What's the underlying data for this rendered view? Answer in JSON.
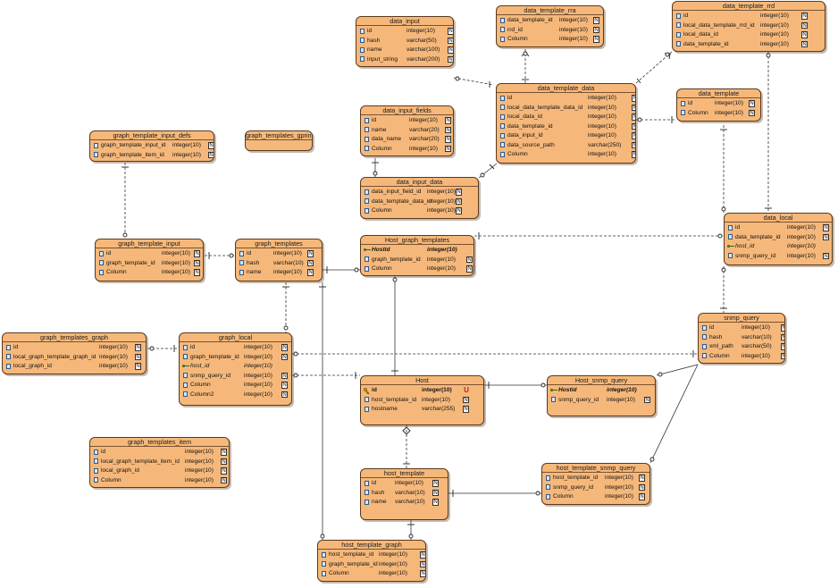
{
  "entities": [
    {
      "id": "data_input",
      "name": "data_input",
      "col_type": 54,
      "col_null": 100,
      "columns": [
        {
          "name": "id",
          "type": "integer(10)",
          "null": "N"
        },
        {
          "name": "hash",
          "type": "varchar(50)",
          "null": "N"
        },
        {
          "name": "name",
          "type": "varchar(100)",
          "null": "N"
        },
        {
          "name": "input_string",
          "type": "varchar(200)",
          "null": "N"
        }
      ]
    },
    {
      "id": "data_template_rra",
      "name": "data_template_rra",
      "col_type": 68,
      "col_null": 106,
      "columns": [
        {
          "name": "data_template_id",
          "type": "integer(10)",
          "null": "N"
        },
        {
          "name": "rrd_id",
          "type": "integer(10)",
          "null": "N"
        },
        {
          "name": "Column",
          "type": "integer(10)",
          "null": "N"
        }
      ]
    },
    {
      "id": "data_template_rrd",
      "name": "data_template_rrd",
      "col_type": 96,
      "col_null": 142,
      "columns": [
        {
          "name": "id",
          "type": "integer(10)",
          "null": "N"
        },
        {
          "name": "local_data_template_rrd_id",
          "type": "integer(10)",
          "null": "N"
        },
        {
          "name": "local_data_id",
          "type": "integer(10)",
          "null": "N"
        },
        {
          "name": "data_template_id",
          "type": "integer(10)",
          "null": "N"
        }
      ]
    },
    {
      "id": "data_template_data",
      "name": "data_template_data",
      "col_type": 100,
      "col_null": 149,
      "columns": [
        {
          "name": "id",
          "type": "integer(10)",
          "null": "N"
        },
        {
          "name": "local_data_template_data_id",
          "type": "integer(10)",
          "null": "N"
        },
        {
          "name": "local_data_id",
          "type": "integer(10)",
          "null": "N"
        },
        {
          "name": "data_template_id",
          "type": "integer(10)",
          "null": "N"
        },
        {
          "name": "data_input_id",
          "type": "integer(10)",
          "null": "N"
        },
        {
          "name": "data_source_path",
          "type": "varchar(250)",
          "null": "N"
        },
        {
          "name": "Column",
          "type": "integer(10)",
          "null": "N"
        }
      ]
    },
    {
      "id": "data_template",
      "name": "data_template",
      "col_type": 40,
      "col_null": 78,
      "columns": [
        {
          "name": "id",
          "type": "integer(10)",
          "null": "N"
        },
        {
          "name": "Column",
          "type": "integer(10)",
          "null": "N"
        }
      ]
    },
    {
      "id": "data_input_fields",
      "name": "data_input_fields",
      "col_type": 52,
      "col_null": 92,
      "columns": [
        {
          "name": "id",
          "type": "integer(10)",
          "null": "N"
        },
        {
          "name": "name",
          "type": "varchar(20)",
          "null": "N"
        },
        {
          "name": "data_name",
          "type": "varchar(20)",
          "null": "N"
        },
        {
          "name": "Column",
          "type": "integer(10)",
          "null": "N"
        }
      ]
    },
    {
      "id": "graph_template_input_defs",
      "name": "graph_template_input_defs",
      "col_type": 90,
      "col_null": 130,
      "columns": [
        {
          "name": "graph_template_input_id",
          "type": "integer(10)",
          "null": "N"
        },
        {
          "name": "graph_template_item_id",
          "type": "integer(10)",
          "null": "N"
        }
      ]
    },
    {
      "id": "graph_templates_gprint",
      "name": "graph_templates_gprint",
      "col_type": 0,
      "col_null": 0,
      "columns": []
    },
    {
      "id": "data_input_data",
      "name": "data_input_data",
      "col_type": 72,
      "col_null": 104,
      "columns": [
        {
          "name": "data_input_field_id",
          "type": "integer(10)",
          "null": "N"
        },
        {
          "name": "data_template_data_id",
          "type": "integer(10)",
          "null": "N"
        },
        {
          "name": "Column",
          "type": "integer(10)",
          "null": "N"
        }
      ]
    },
    {
      "id": "data_local",
      "name": "data_local",
      "col_type": 68,
      "col_null": 108,
      "columns": [
        {
          "name": "id",
          "type": "integer(10)",
          "null": "N"
        },
        {
          "name": "data_template_id",
          "type": "integer(10)",
          "null": "N"
        },
        {
          "name": "host_id",
          "type": "integer(10)",
          "null": "",
          "fk": true
        },
        {
          "name": "snmp_query_id",
          "type": "integer(10)",
          "null": "N"
        }
      ]
    },
    {
      "id": "graph_template_input",
      "name": "graph_template_input",
      "col_type": 72,
      "col_null": 108,
      "columns": [
        {
          "name": "id",
          "type": "integer(10)",
          "null": "N"
        },
        {
          "name": "graph_template_id",
          "type": "integer(10)",
          "null": "N"
        },
        {
          "name": "Column",
          "type": "integer(10)",
          "null": "N"
        }
      ]
    },
    {
      "id": "graph_templates",
      "name": "graph_templates",
      "col_type": 40,
      "col_null": 78,
      "columns": [
        {
          "name": "id",
          "type": "integer(10)",
          "null": "N"
        },
        {
          "name": "hash",
          "type": "varchar(10)",
          "null": "N"
        },
        {
          "name": "name",
          "type": "integer(10)",
          "null": "N"
        }
      ]
    },
    {
      "id": "Host_graph_templates",
      "name": "Host_graph_templates",
      "col_type": 72,
      "col_null": 116,
      "columns": [
        {
          "name": "Hostid",
          "type": "integer(10)",
          "null": "",
          "fk": true,
          "key": true
        },
        {
          "name": "graph_template_id",
          "type": "integer(10)",
          "null": "N"
        },
        {
          "name": "Column",
          "type": "integer(10)",
          "null": "N"
        }
      ]
    },
    {
      "id": "snmp_query",
      "name": "snmp_query",
      "col_type": 46,
      "col_null": 90,
      "columns": [
        {
          "name": "id",
          "type": "integer(10)",
          "null": "N"
        },
        {
          "name": "hash",
          "type": "varchar(10)",
          "null": "N"
        },
        {
          "name": "xml_path",
          "type": "varchar(50)",
          "null": "N"
        },
        {
          "name": "Column",
          "type": "integer(10)",
          "null": "N"
        }
      ]
    },
    {
      "id": "graph_templates_graph",
      "name": "graph_templates_graph",
      "col_type": 106,
      "col_null": 146,
      "columns": [
        {
          "name": "id",
          "type": "integer(10)",
          "null": "N"
        },
        {
          "name": "local_graph_template_graph_id",
          "type": "integer(10)",
          "null": "N"
        },
        {
          "name": "local_graph_id",
          "type": "integer(10)",
          "null": "N"
        }
      ]
    },
    {
      "id": "graph_local",
      "name": "graph_local",
      "col_type": 70,
      "col_null": 112,
      "columns": [
        {
          "name": "id",
          "type": "integer(10)",
          "null": "N"
        },
        {
          "name": "graph_template_id",
          "type": "integer(10)",
          "null": "N"
        },
        {
          "name": "host_id",
          "type": "integer(10)",
          "null": "",
          "fk": true
        },
        {
          "name": "snmp_query_id",
          "type": "integer(10)",
          "null": "N"
        },
        {
          "name": "Column",
          "type": "integer(10)",
          "null": "N"
        },
        {
          "name": "Column2",
          "type": "integer(10)",
          "null": "N"
        }
      ]
    },
    {
      "id": "Host",
      "name": "Host",
      "col_type": 66,
      "col_null": 112,
      "unique_label": "U",
      "columns": [
        {
          "name": "id",
          "type": "integer(10)",
          "null": "",
          "key": true,
          "pk": true,
          "unique": true
        },
        {
          "name": "host_template_id",
          "type": "integer(10)",
          "null": "N"
        },
        {
          "name": "hostname",
          "type": "varchar(255)",
          "null": "N"
        }
      ]
    },
    {
      "id": "Host_snmp_query",
      "name": "Host_snmp_query",
      "col_type": 64,
      "col_null": 106,
      "columns": [
        {
          "name": "Hostid",
          "type": "integer(10)",
          "null": "",
          "fk": true,
          "key": true
        },
        {
          "name": "snmp_query_id",
          "type": "integer(10)",
          "null": "N"
        }
      ]
    },
    {
      "id": "graph_templates_item",
      "name": "graph_templates_item",
      "col_type": 104,
      "col_null": 144,
      "columns": [
        {
          "name": "id",
          "type": "integer(10)",
          "null": "N"
        },
        {
          "name": "local_graph_template_item_id",
          "type": "integer(10)",
          "null": "N"
        },
        {
          "name": "local_graph_id",
          "type": "integer(10)",
          "null": "N"
        },
        {
          "name": "Column",
          "type": "integer(10)",
          "null": "N"
        }
      ]
    },
    {
      "id": "host_template",
      "name": "host_template",
      "col_type": 36,
      "col_null": 78,
      "columns": [
        {
          "name": "id",
          "type": "integer(10)",
          "null": "N"
        },
        {
          "name": "hash",
          "type": "varchar(10)",
          "null": "N"
        },
        {
          "name": "name",
          "type": "varchar(10)",
          "null": "N"
        }
      ]
    },
    {
      "id": "host_template_snmp_query",
      "name": "host_template_snmp_query",
      "col_type": 68,
      "col_null": 106,
      "columns": [
        {
          "name": "host_template_id",
          "type": "integer(10)",
          "null": "N"
        },
        {
          "name": "snmp_query_id",
          "type": "integer(10)",
          "null": "N"
        },
        {
          "name": "Column",
          "type": "integer(10)",
          "null": "N"
        }
      ]
    },
    {
      "id": "host_template_graph",
      "name": "host_template_graph",
      "col_type": 66,
      "col_null": 112,
      "columns": [
        {
          "name": "host_template_id",
          "type": "integer(10)",
          "null": "N"
        },
        {
          "name": "graph_template_id",
          "type": "integer(10)",
          "null": "N"
        },
        {
          "name": "Column",
          "type": "integer(10)",
          "null": "N"
        }
      ]
    }
  ],
  "relationships": [
    {
      "from": "data_input",
      "to": "data_template_data",
      "style": "dashed"
    },
    {
      "from": "data_template_rra",
      "to": "data_template_data",
      "style": "dashed"
    },
    {
      "from": "data_template_rrd",
      "to": "data_template_data",
      "style": "dashed"
    },
    {
      "from": "data_template_rrd",
      "to": "data_local",
      "style": "dashed"
    },
    {
      "from": "data_template",
      "to": "data_template_data",
      "style": "dashed"
    },
    {
      "from": "data_template",
      "to": "data_local",
      "style": "dashed"
    },
    {
      "from": "data_input_fields",
      "to": "data_input_data",
      "style": "solid"
    },
    {
      "from": "data_template_data",
      "to": "data_input_data",
      "style": "solid"
    },
    {
      "from": "graph_template_input_defs",
      "to": "graph_template_input",
      "style": "dashed"
    },
    {
      "from": "graph_templates",
      "to": "graph_template_input",
      "style": "dashed"
    },
    {
      "from": "graph_templates",
      "to": "Host_graph_templates",
      "style": "solid"
    },
    {
      "from": "Host_graph_templates",
      "to": "data_local",
      "style": "dashed"
    },
    {
      "from": "Host_graph_templates",
      "to": "Host",
      "style": "solid"
    },
    {
      "from": "graph_templates",
      "to": "graph_local",
      "style": "dashed"
    },
    {
      "from": "graph_templates",
      "to": "host_template_graph",
      "style": "solid"
    },
    {
      "from": "graph_local",
      "to": "graph_templates_graph",
      "style": "dashed"
    },
    {
      "from": "graph_local",
      "to": "snmp_query",
      "style": "dashed"
    },
    {
      "from": "graph_local",
      "to": "Host",
      "style": "dashed"
    },
    {
      "from": "data_local",
      "to": "snmp_query",
      "style": "dashed"
    },
    {
      "from": "Host",
      "to": "Host_snmp_query",
      "style": "solid"
    },
    {
      "from": "snmp_query",
      "to": "Host_snmp_query",
      "style": "solid"
    },
    {
      "from": "snmp_query",
      "to": "host_template_snmp_query",
      "style": "solid"
    },
    {
      "from": "Host",
      "to": "host_template",
      "style": "dashed"
    },
    {
      "from": "host_template",
      "to": "host_template_snmp_query",
      "style": "solid"
    },
    {
      "from": "host_template",
      "to": "host_template_graph",
      "style": "solid"
    }
  ]
}
